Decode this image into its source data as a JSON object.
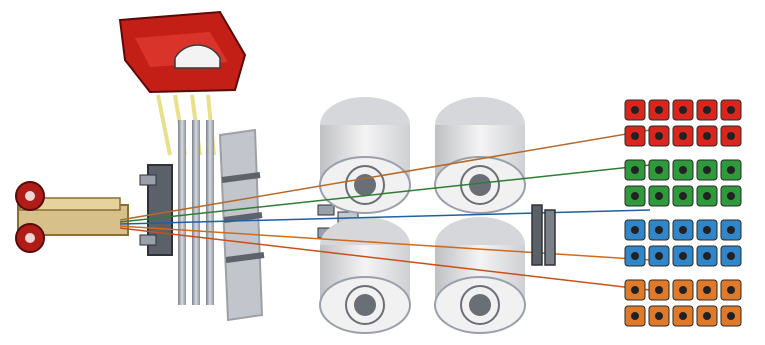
{
  "diagram": {
    "kind": "filament-winding-process",
    "components": {
      "output_spools": "wound-package",
      "resin_bath": "resin-applicator",
      "guide_rods": "vertical-guide-rods",
      "comb_guide": "comb-guide",
      "drying_rolls": "heated-rollers",
      "tension_nip": "nip-guide",
      "creel": "creel-bobbins"
    },
    "creel_colors": [
      "#d8261d",
      "#2f9a3c",
      "#2f86c8",
      "#e07a2b"
    ],
    "resin_color": "#c41f17",
    "fiber_color": "#e9e08a",
    "rod_color": "#9fa4ad",
    "roller_color": "#e8e8ea"
  }
}
